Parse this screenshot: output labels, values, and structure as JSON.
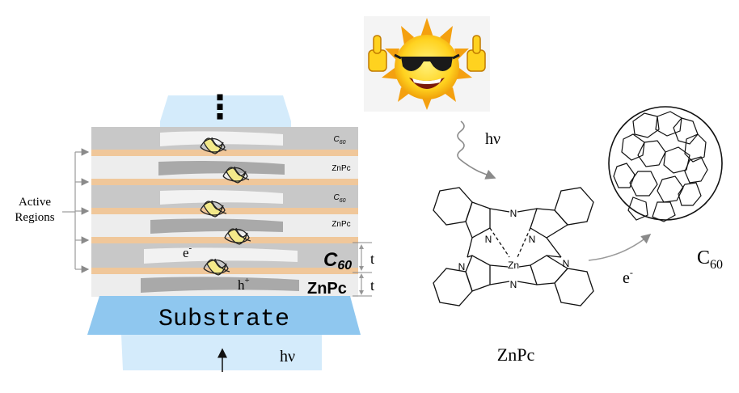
{
  "stack": {
    "layer_labels": [
      "C60",
      "ZnPc",
      "C60",
      "ZnPc"
    ],
    "bottom_c60_label": "C",
    "bottom_c60_sub": "60",
    "bottom_znpc_label": "ZnPc",
    "thickness_label_1": "t",
    "thickness_label_2": "t",
    "electron_label": "e",
    "electron_sup": "-",
    "hole_label": "h",
    "hole_sup": "+",
    "more_layers": "⋮",
    "substrate_label": "Substrate",
    "incident_light_label": "hν"
  },
  "active_regions": {
    "line1": "Active",
    "line2": "Regions"
  },
  "sun": {
    "icon": "sun-with-sunglasses-thumbs-up",
    "light_label": "hν"
  },
  "molecule": {
    "name": "ZnPc",
    "center_atom": "Zn",
    "bridge_atom": "N",
    "pyrrole_atom": "N"
  },
  "transfer": {
    "electron_label": "e",
    "electron_sup": "-"
  },
  "fullerene": {
    "label": "C",
    "label_sub": "60"
  },
  "colors": {
    "c60_layer": "#c8c8c8",
    "znpc_layer": "#ededed",
    "interface": "#f0c79a",
    "substrate": "#8fc7ef",
    "light_beam": "#d4ebfb",
    "sun_bg": "#f4f4f4",
    "sun_yellow": "#ffd21f",
    "sun_orange": "#f4a010"
  }
}
